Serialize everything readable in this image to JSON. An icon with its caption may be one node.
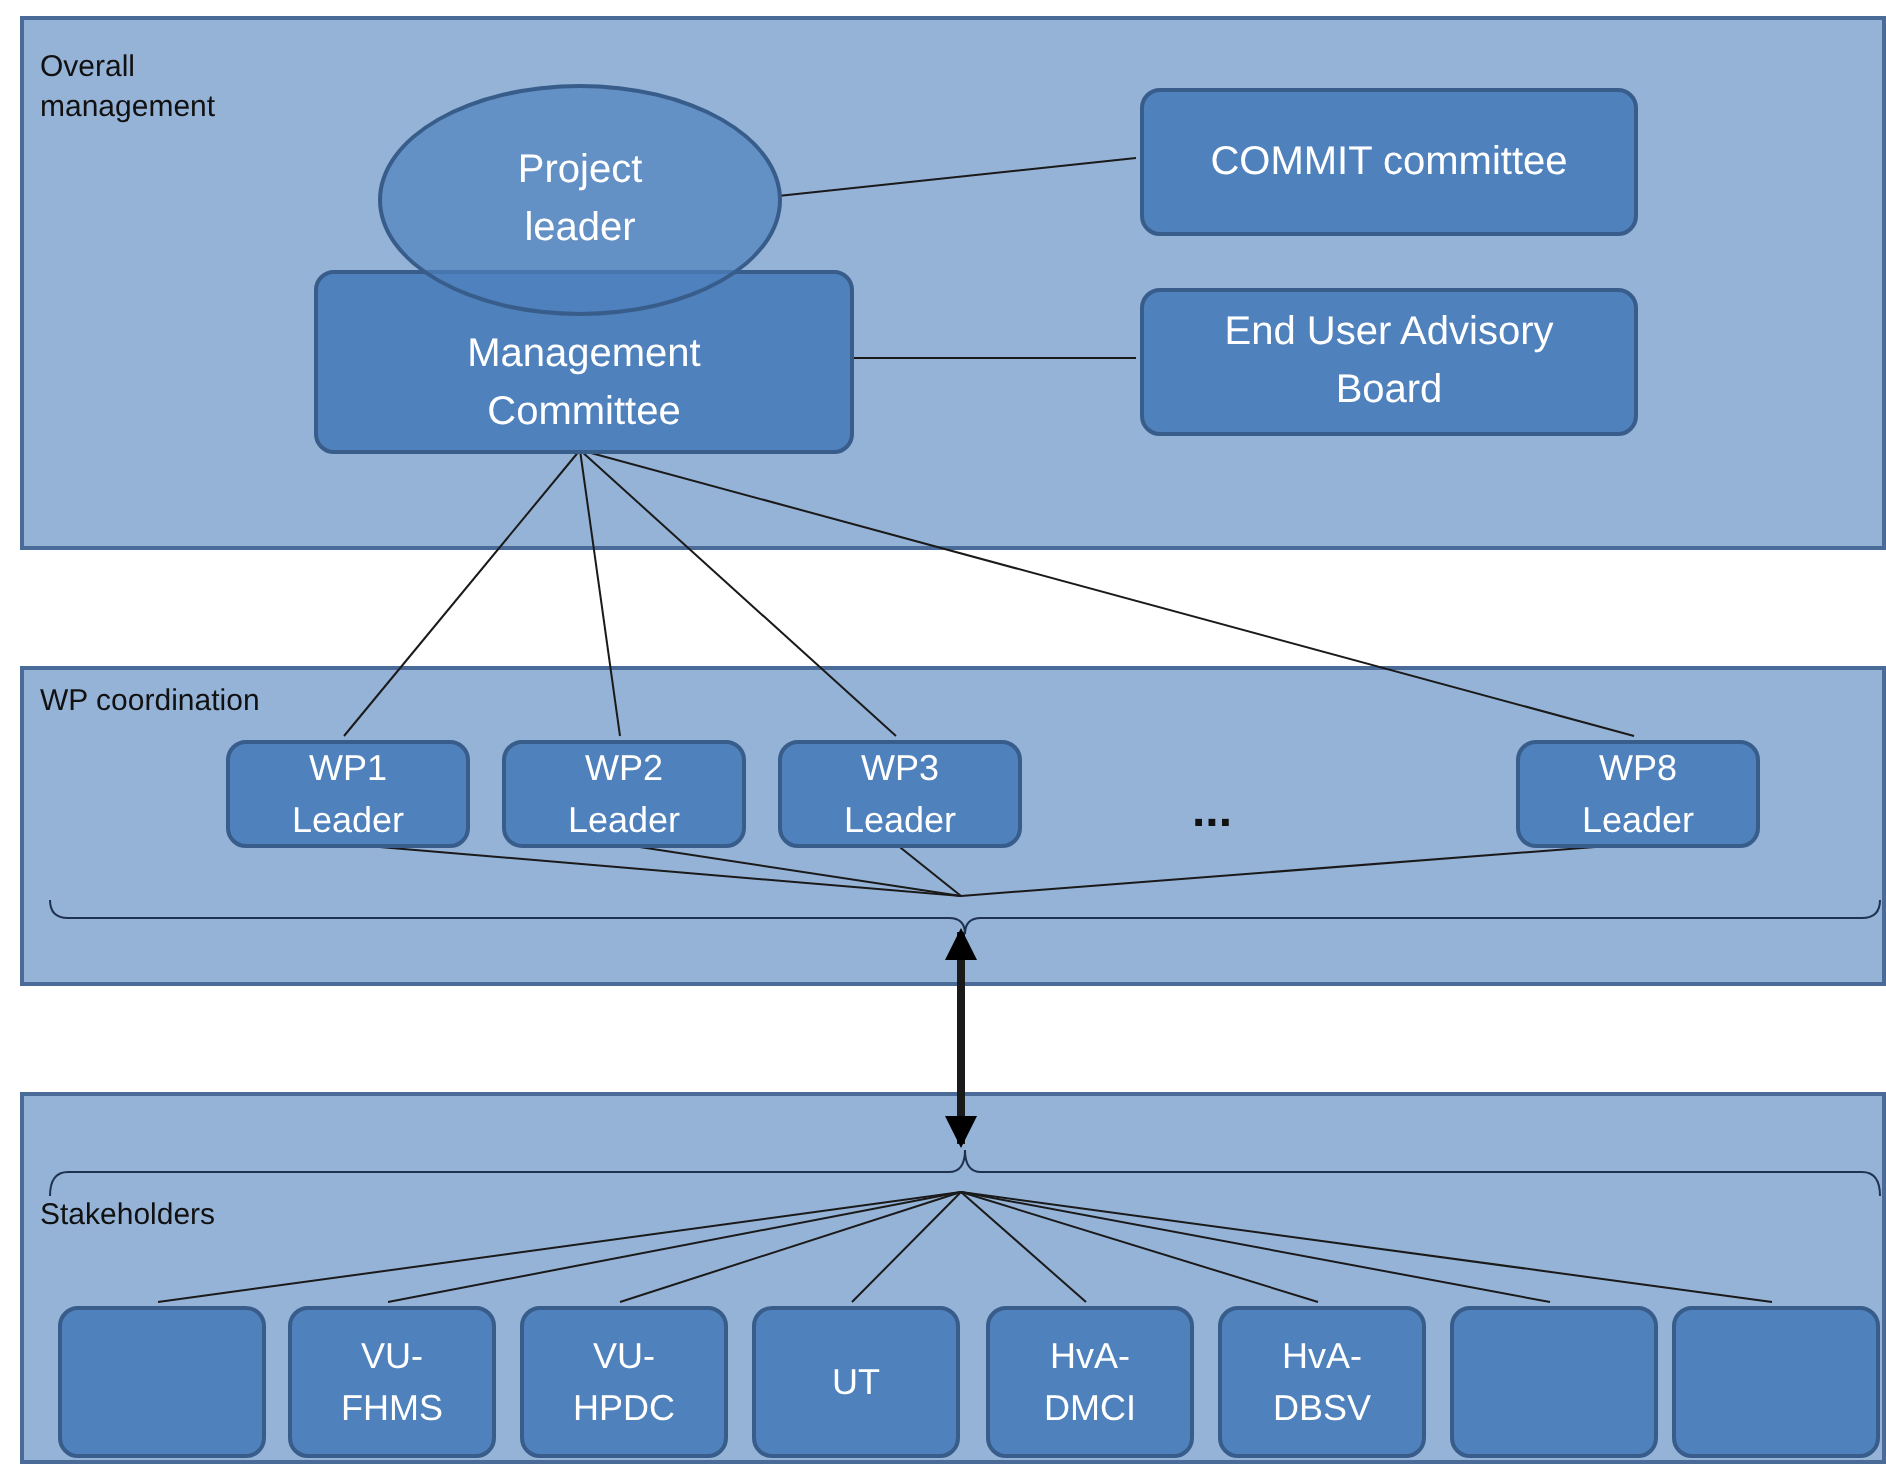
{
  "diagram": {
    "nodes": [
      {
        "text": [
          "Overall management"
        ]
      },
      {
        "text": [
          "Project leader"
        ],
        "in": 0
      },
      {
        "text": [
          "Management Committee"
        ],
        "in": 0
      },
      {
        "text": [
          "COMMIT committee"
        ],
        "in": 0
      },
      {
        "text": [
          "End User Advisory Board"
        ],
        "in": 0
      },
      {
        "text": [
          "WP coordination"
        ]
      },
      {
        "text": [
          "WP1 Leader"
        ],
        "in": 5
      },
      {
        "text": [
          "WP2 Leader"
        ],
        "in": 5
      },
      {
        "text": [
          "WP3 Leader"
        ],
        "in": 5
      },
      {
        "text": [
          "WP8 Leader"
        ],
        "in": 5
      },
      {
        "text": [],
        "shape": "bracket",
        "in": 5
      },
      {
        "text": [
          "Stakeholders"
        ]
      },
      {
        "text": [],
        "shape": "bracket",
        "in": 11
      },
      {
        "text": [],
        "shape": "box",
        "in": 11
      },
      {
        "text": [
          "VU-FHMS"
        ],
        "in": 11
      },
      {
        "text": [
          "VU-HPDC"
        ],
        "in": 11
      },
      {
        "text": [
          "UT"
        ],
        "in": 11
      },
      {
        "text": [
          "HvA-DMCI"
        ],
        "in": 11
      },
      {
        "text": [
          "HvA-DBSV"
        ],
        "in": 11
      },
      {
        "text": [],
        "shape": "box",
        "in": 11
      },
      {
        "text": [],
        "shape": "box",
        "in": 11
      }
    ],
    "edges": [
      {
        "from": 1,
        "to": 3,
        "arrow": "none"
      },
      {
        "from": 2,
        "to": 4,
        "arrow": "none"
      },
      {
        "from": 2,
        "to": 6,
        "arrow": "none"
      },
      {
        "from": 2,
        "to": 7,
        "arrow": "none"
      },
      {
        "from": 2,
        "to": 8,
        "arrow": "none"
      },
      {
        "from": 2,
        "to": 9,
        "arrow": "none"
      },
      {
        "from": 6,
        "to": 10,
        "arrow": "none"
      },
      {
        "from": 7,
        "to": 10,
        "arrow": "none"
      },
      {
        "from": 8,
        "to": 10,
        "arrow": "none"
      },
      {
        "from": 9,
        "to": 10,
        "arrow": "none"
      },
      {
        "from": 10,
        "to": 12,
        "arrow": "both",
        "style": "thick"
      },
      {
        "from": 12,
        "to": 13,
        "arrow": "none"
      },
      {
        "from": 12,
        "to": 14,
        "arrow": "none"
      },
      {
        "from": 12,
        "to": 15,
        "arrow": "none"
      },
      {
        "from": 12,
        "to": 16,
        "arrow": "none"
      },
      {
        "from": 12,
        "to": 17,
        "arrow": "none"
      },
      {
        "from": 12,
        "to": 18,
        "arrow": "none"
      },
      {
        "from": 12,
        "to": 19,
        "arrow": "none"
      },
      {
        "from": 12,
        "to": 20,
        "arrow": "none"
      }
    ],
    "labels": [
      "..."
    ]
  }
}
